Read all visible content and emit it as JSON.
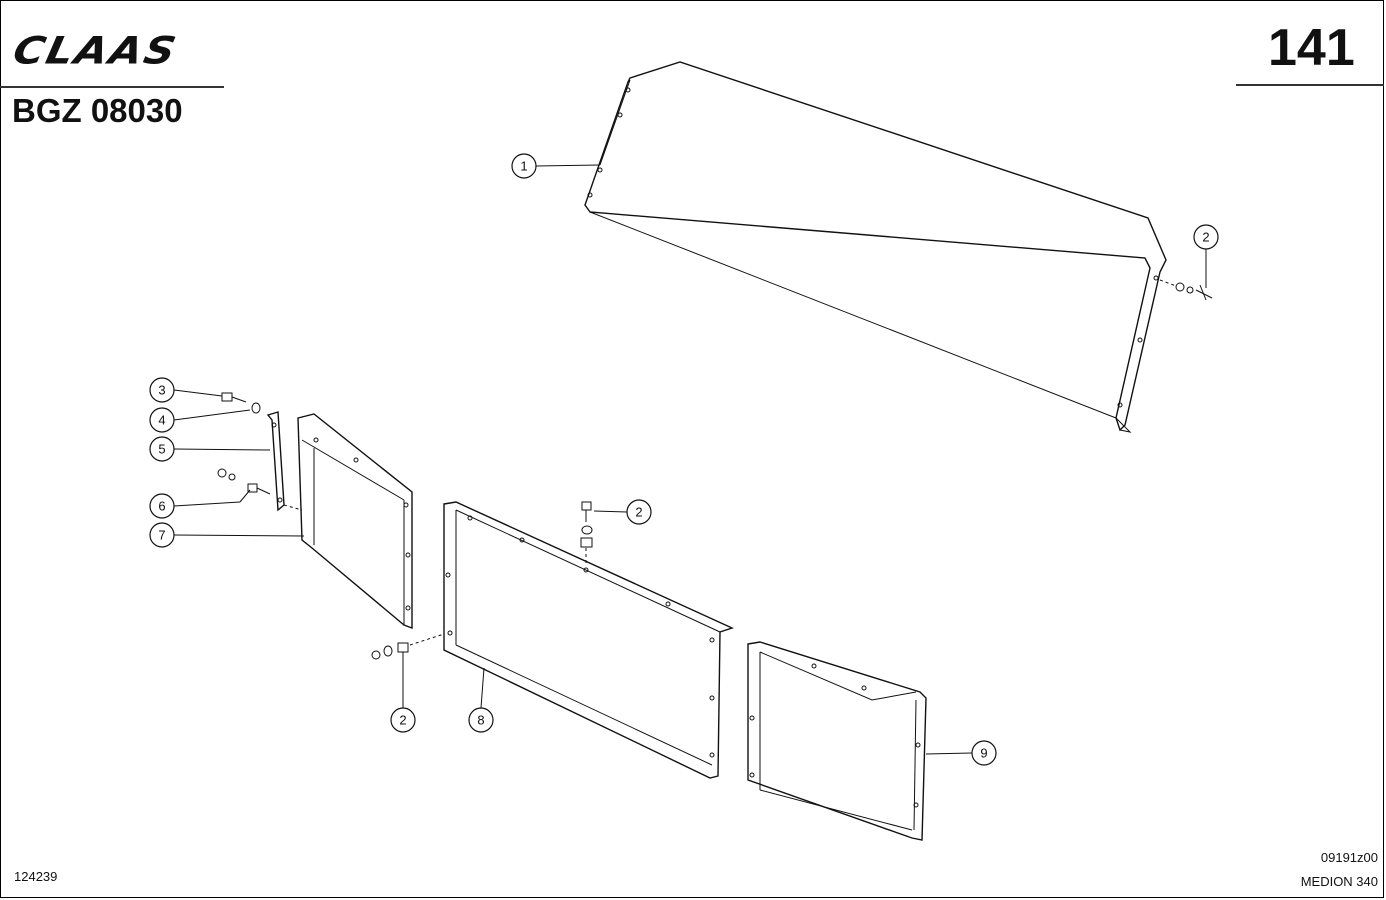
{
  "header": {
    "brand_logo_text": "CLAAS",
    "drawing_code": "BGZ 08030",
    "page_number": "141"
  },
  "footer": {
    "left_id": "124239",
    "right_code": "09191z00",
    "model": "MEDION 340"
  },
  "callouts": {
    "c1": "1",
    "c2a": "2",
    "c2b": "2",
    "c2c": "2",
    "c3": "3",
    "c4": "4",
    "c5": "5",
    "c6": "6",
    "c7": "7",
    "c8": "8",
    "c9": "9"
  }
}
